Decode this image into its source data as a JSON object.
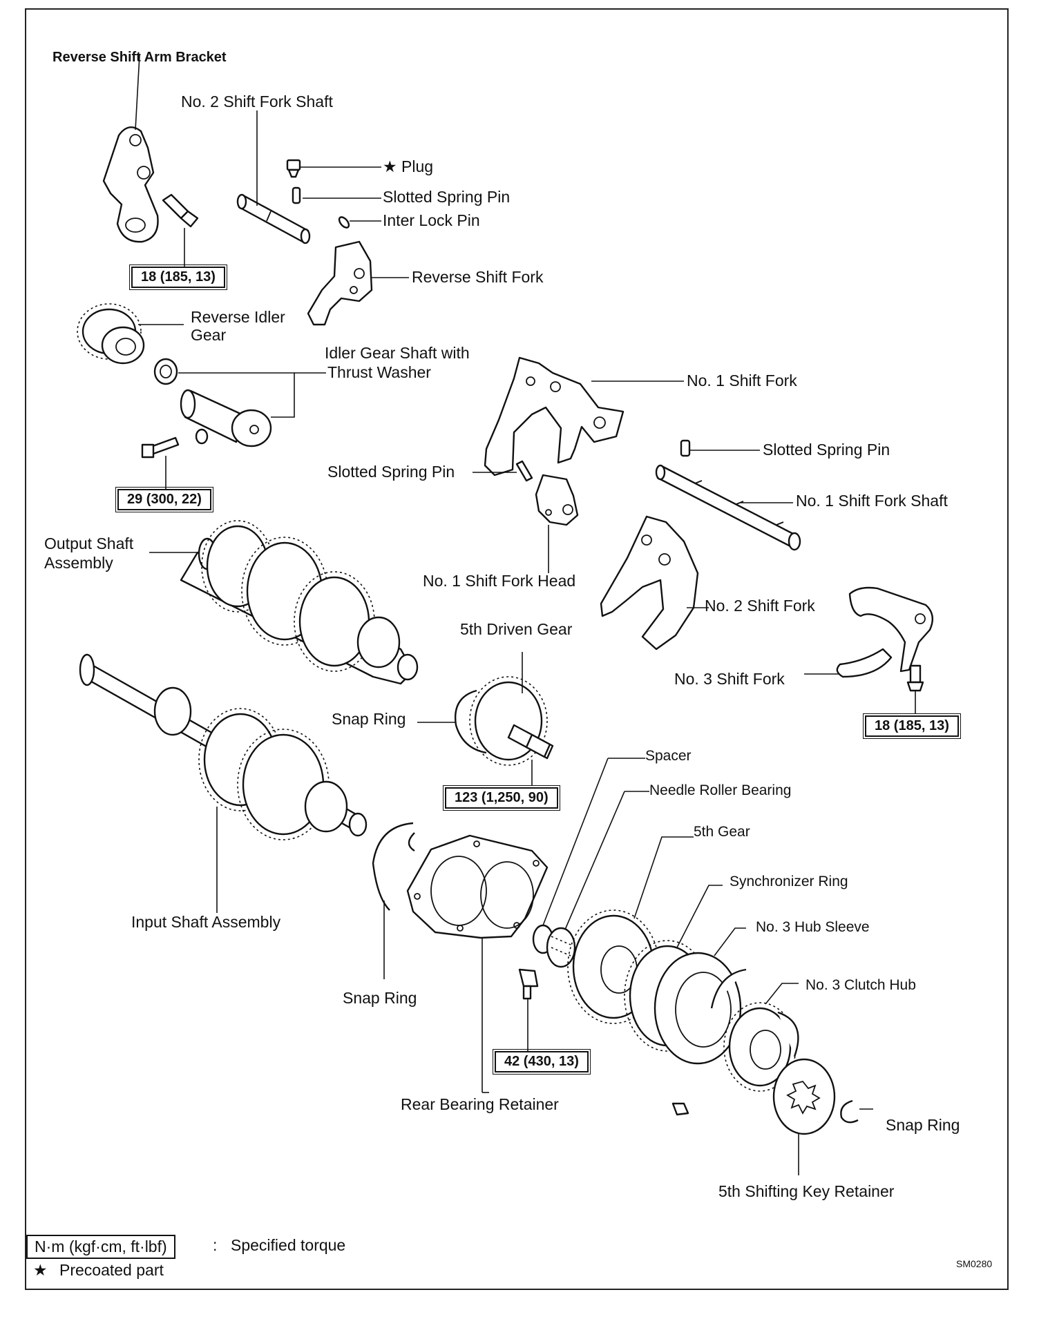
{
  "labels": {
    "reverse_shift_arm_bracket": "Reverse Shift Arm Bracket",
    "no2_shift_fork_shaft": "No. 2 Shift Fork Shaft",
    "plug": "★ Plug",
    "slotted_spring_pin_top": "Slotted Spring Pin",
    "inter_lock_pin": "Inter Lock Pin",
    "reverse_shift_fork": "Reverse Shift Fork",
    "reverse_idler_gear_1": "Reverse Idler",
    "reverse_idler_gear_2": "Gear",
    "idler_gear_shaft_1": "Idler Gear Shaft with",
    "idler_gear_shaft_2": "Thrust Washer",
    "no1_shift_fork": "No. 1 Shift Fork",
    "slotted_spring_pin_right": "Slotted Spring Pin",
    "slotted_spring_pin_mid": "Slotted Spring Pin",
    "no1_shift_fork_shaft": "No. 1 Shift Fork Shaft",
    "output_shaft_1": "Output Shaft",
    "output_shaft_2": "Assembly",
    "no1_shift_fork_head": "No. 1 Shift Fork Head",
    "no2_shift_fork": "No. 2 Shift Fork",
    "fifth_driven_gear": "5th Driven Gear",
    "no3_shift_fork": "No. 3 Shift Fork",
    "snap_ring_mid": "Snap Ring",
    "spacer": "Spacer",
    "needle_roller_bearing": "Needle Roller Bearing",
    "fifth_gear": "5th Gear",
    "synchronizer_ring": "Synchronizer Ring",
    "input_shaft_assembly": "Input Shaft Assembly",
    "no3_hub_sleeve": "No. 3 Hub Sleeve",
    "no3_clutch_hub": "No. 3 Clutch Hub",
    "snap_ring_lower": "Snap Ring",
    "rear_bearing_retainer": "Rear Bearing Retainer",
    "snap_ring_right": "Snap Ring",
    "fifth_shifting_key_retainer": "5th Shifting Key Retainer"
  },
  "torques": {
    "bracket_bolt": "18 (185, 13)",
    "idler_bolt": "29 (300, 22)",
    "fork3_bolt": "18 (185, 13)",
    "driven_gear_nut": "123 (1,250, 90)",
    "retainer_bolt": "42 (430, 13)"
  },
  "legend": {
    "unit_box": "N·m (kgf·cm, ft·lbf)",
    "separator": ":",
    "specified": "Specified torque",
    "star": "★",
    "precoated": "Precoated part"
  },
  "figure_code": "SM0280"
}
